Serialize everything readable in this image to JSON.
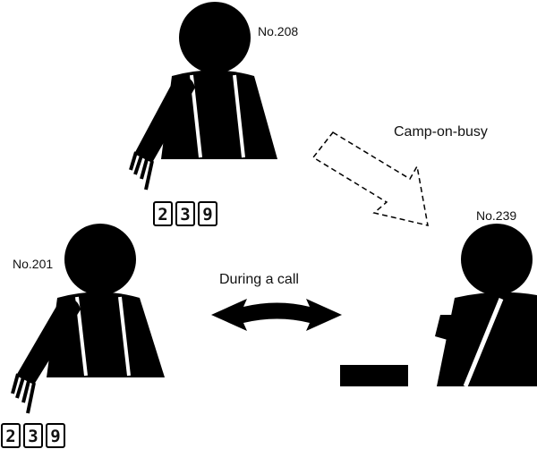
{
  "extensions": {
    "top": "No.208",
    "left": "No.201",
    "right": "No.239"
  },
  "labels": {
    "camp_on": "Camp-on-busy",
    "during_call": "During a call"
  },
  "dialed_digits": {
    "top": [
      "2",
      "3",
      "9"
    ],
    "bottom": [
      "2",
      "3",
      "9"
    ]
  },
  "colors": {
    "ink": "#000000",
    "paper": "#ffffff"
  }
}
